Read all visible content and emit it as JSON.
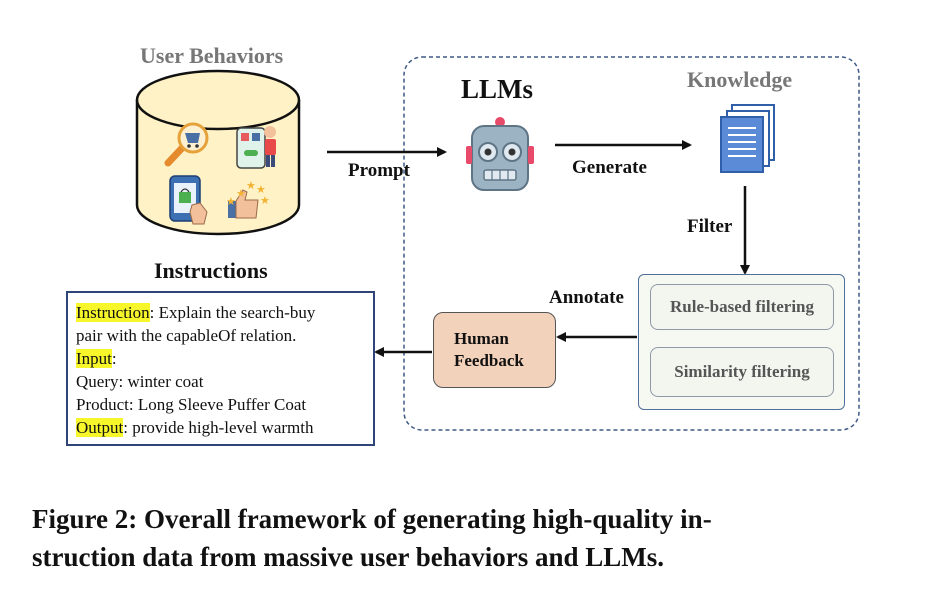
{
  "labels": {
    "user_behaviors": "User Behaviors",
    "llms": "LLMs",
    "knowledge": "Knowledge",
    "instructions": "Instructions",
    "prompt": "Prompt",
    "generate": "Generate",
    "filter": "Filter",
    "annotate": "Annotate"
  },
  "human_feedback": {
    "line1": "Human",
    "line2": "Feedback"
  },
  "filters": {
    "rule_based": "Rule-based filtering",
    "similarity": "Similarity filtering"
  },
  "instruction_box": {
    "instruction_key": "Instruction",
    "instruction_text": ": Explain the search-buy",
    "instruction_text2": "pair with the capableOf relation.",
    "input_key": "Input",
    "input_colon": ":",
    "query": "Query:  winter coat",
    "product": "Product:  Long Sleeve Puffer Coat",
    "output_key": "Output",
    "output_text": ":  provide high-level warmth"
  },
  "caption": {
    "line1": "Figure 2: Overall framework of generating high-quality in-",
    "line2": "struction data from massive user behaviors and LLMs."
  },
  "icons": [
    "database-cylinder-icon",
    "shopping-cart-search-icon",
    "mobile-shopping-icon",
    "phone-bag-icon",
    "thumbs-up-stars-icon",
    "robot-icon",
    "documents-stack-icon"
  ],
  "colors": {
    "human_feedback_fill": "#f3d2bb",
    "highlight": "#f6f62a",
    "dashed_border": "#3e5a86",
    "instruction_border": "#2f4577",
    "filter_panel_border": "#4f6f9c"
  }
}
